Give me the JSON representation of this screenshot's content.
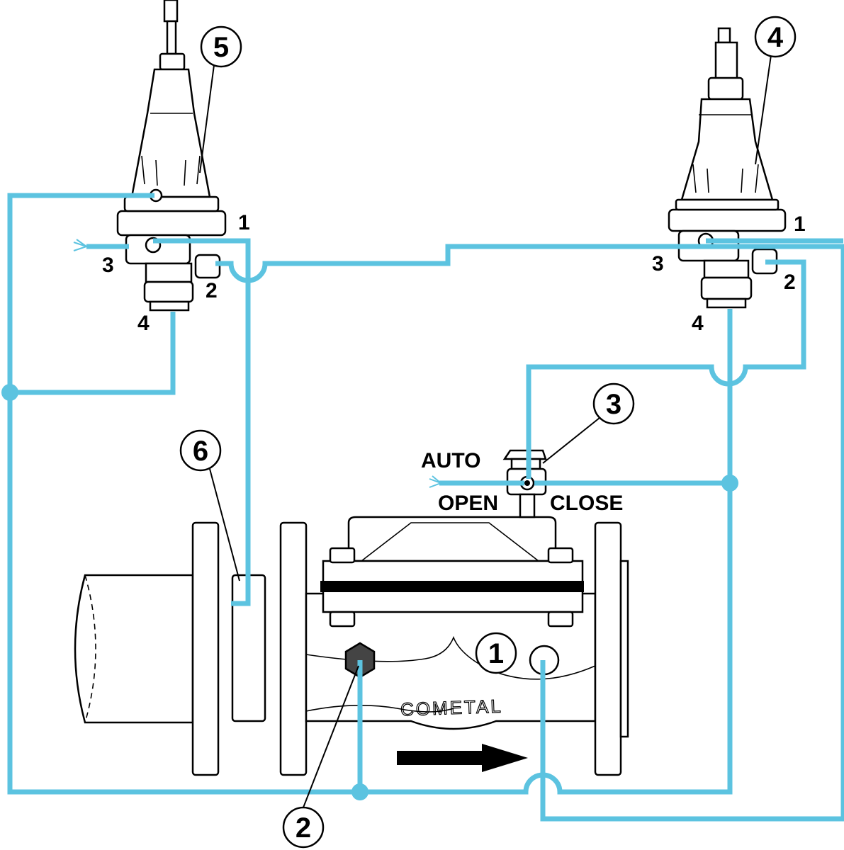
{
  "colors": {
    "pipe": "#5cc3e0",
    "ink": "#000000",
    "background": "#ffffff"
  },
  "icons": [
    "flow-direction-arrow",
    "drain-vent-icon"
  ],
  "callouts": {
    "c1": "1",
    "c2": "2",
    "c3": "3",
    "c4": "4",
    "c5": "5",
    "c6": "6"
  },
  "pilot_left_ports": {
    "p1": "1",
    "p2": "2",
    "p3": "3",
    "p4": "4"
  },
  "pilot_right_ports": {
    "p1": "1",
    "p2": "2",
    "p3": "3",
    "p4": "4"
  },
  "selector": {
    "auto": "AUTO",
    "open": "OPEN",
    "close": "CLOSE"
  },
  "valve": {
    "brand": "COMETAL"
  }
}
